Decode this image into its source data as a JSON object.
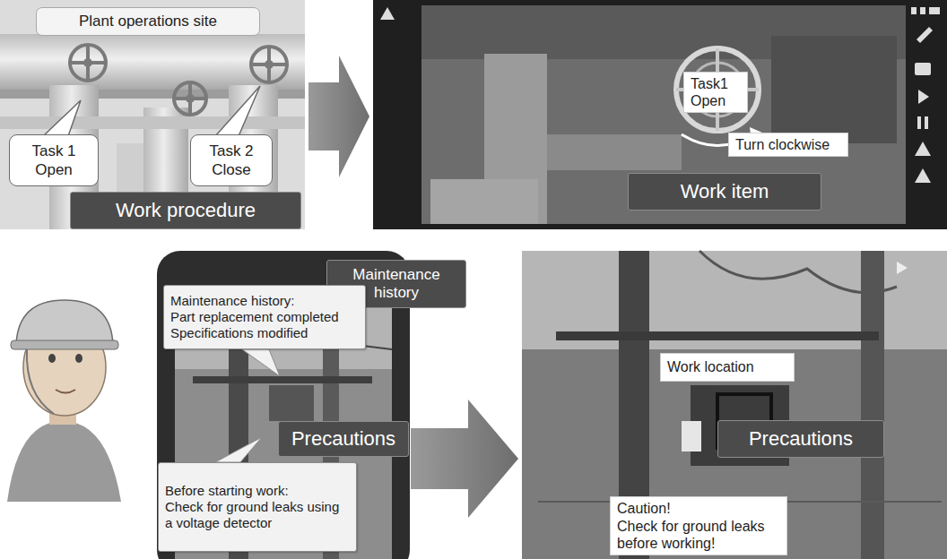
{
  "diagram": {
    "nodes": [
      {
        "text": [
          "Plant operations site"
        ]
      },
      {
        "text": [
          "Task 1 Open"
        ]
      },
      {
        "text": [
          "Task 2 Close"
        ]
      },
      {
        "text": [
          "Work procedure"
        ]
      },
      {
        "text": [
          "Task1 Open"
        ]
      },
      {
        "text": [
          "Turn clockwise"
        ]
      },
      {
        "text": [
          "Work item"
        ]
      },
      {
        "text": [
          "Maintenance history"
        ]
      },
      {
        "text": [
          "Maintenance history:",
          "Part replacement completed",
          "Specifications modified"
        ]
      },
      {
        "text": [
          "Precautions"
        ]
      },
      {
        "text": [
          "Before starting work:",
          "Check for ground leaks using a voltage detector"
        ]
      },
      {
        "text": [
          "Work location"
        ]
      },
      {
        "text": [
          "Precautions"
        ]
      },
      {
        "text": [
          "Caution!",
          "Check for ground leaks before working!"
        ]
      }
    ]
  }
}
